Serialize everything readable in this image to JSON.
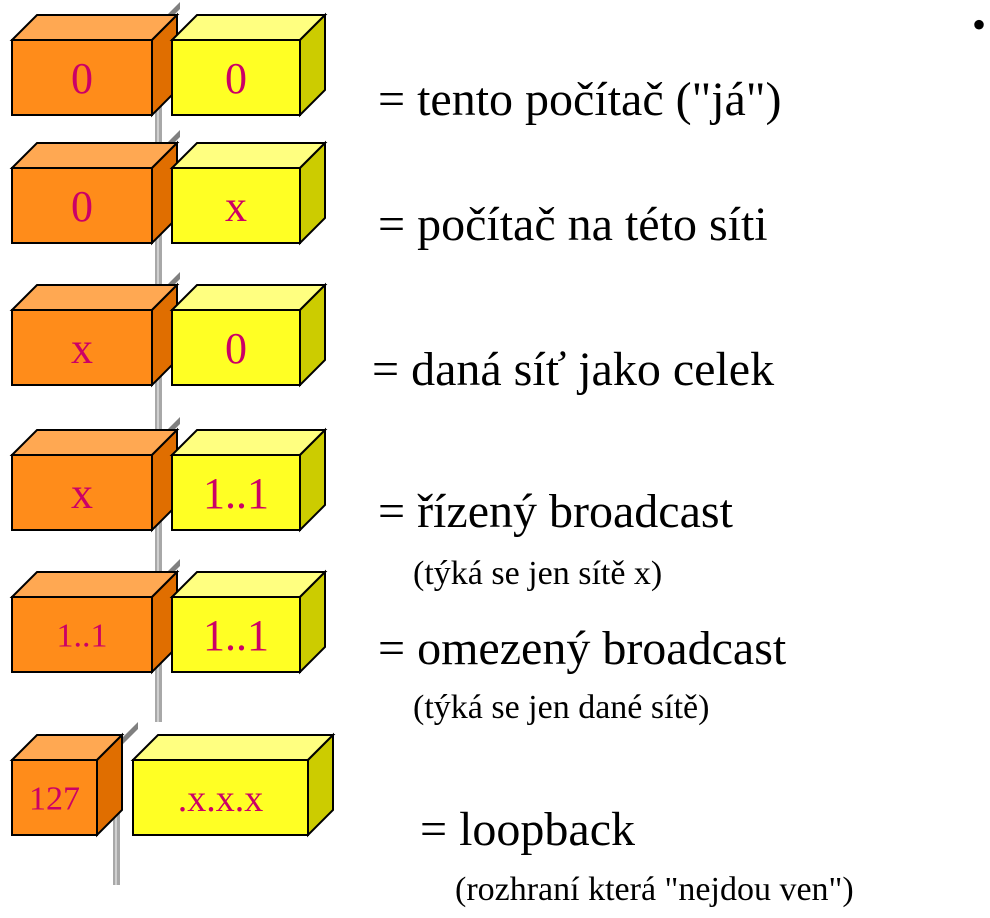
{
  "colors": {
    "orange_front": "#ff8c1a",
    "orange_top": "#ffa852",
    "orange_side": "#e06e00",
    "yellow_front": "#ffff24",
    "yellow_top": "#ffff80",
    "yellow_side": "#cccc00",
    "value_text": "#cc0066",
    "divider": "#a8a8a8",
    "divider_light": "#d0d0d0",
    "divider_dark": "#808080"
  },
  "rows": [
    {
      "network": "0",
      "host": "0",
      "description": "= tento počítač (\"já\")",
      "note": ""
    },
    {
      "network": "0",
      "host": "x",
      "description": "= počítač na této síti",
      "note": ""
    },
    {
      "network": "x",
      "host": "0",
      "description": "= daná síť jako celek",
      "note": ""
    },
    {
      "network": "x",
      "host": "1..1",
      "description": "= řízený broadcast",
      "note": "(týká se jen sítě x)"
    },
    {
      "network": "1..1",
      "host": "1..1",
      "description": "= omezený broadcast",
      "note": "(týká se jen dané sítě)"
    },
    {
      "network": "127",
      "host": ".x.x.x",
      "description": "= loopback",
      "note": "(rozhraní která \"nejdou ven\")"
    }
  ],
  "bullet": "•"
}
